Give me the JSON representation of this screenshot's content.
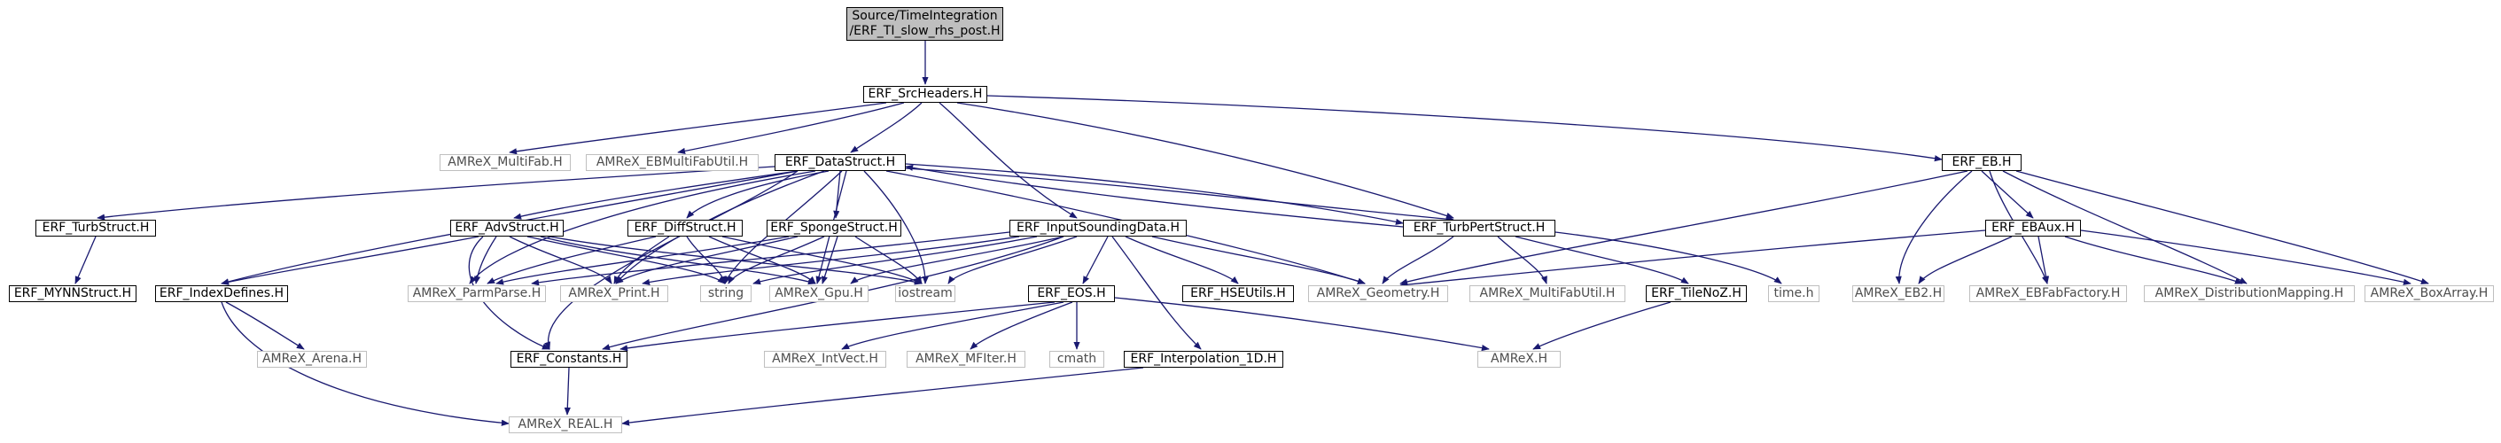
{
  "colors": {
    "edge": "#191970",
    "node_border": "#000000",
    "external_border": "#bfbfbf",
    "root_fill": "#bfbfbf",
    "external_text": "#4d4d4d"
  },
  "nodes": {
    "root": {
      "line1": "Source/TimeIntegration",
      "line2": "/ERF_TI_slow_rhs_post.H"
    },
    "src_headers": "ERF_SrcHeaders.H",
    "amrex_multifab": "AMReX_MultiFab.H",
    "amrex_ebmultifabutil": "AMReX_EBMultiFabUtil.H",
    "datastruct": "ERF_DataStruct.H",
    "eb": "ERF_EB.H",
    "turbstruct": "ERF_TurbStruct.H",
    "mynnstruct": "ERF_MYNNStruct.H",
    "advstruct": "ERF_AdvStruct.H",
    "diffstruct": "ERF_DiffStruct.H",
    "spongestruct": "ERF_SpongeStruct.H",
    "inputsounding": "ERF_InputSoundingData.H",
    "turbpert": "ERF_TurbPertStruct.H",
    "ebaux": "ERF_EBAux.H",
    "indexdefines": "ERF_IndexDefines.H",
    "parmparse": "AMReX_ParmParse.H",
    "print": "AMReX_Print.H",
    "string": "string",
    "gpu": "AMReX_Gpu.H",
    "iostream": "iostream",
    "hseutils": "ERF_HSEUtils.H",
    "geometry": "AMReX_Geometry.H",
    "multifabutil": "AMReX_MultiFabUtil.H",
    "tilenoz": "ERF_TileNoZ.H",
    "timeh": "time.h",
    "eb2": "AMReX_EB2.H",
    "ebfabfactory": "AMReX_EBFabFactory.H",
    "distmapping": "AMReX_DistributionMapping.H",
    "boxarray": "AMReX_BoxArray.H",
    "eos": "ERF_EOS.H",
    "arena": "AMReX_Arena.H",
    "constants": "ERF_Constants.H",
    "intvect": "AMReX_IntVect.H",
    "mfiter": "AMReX_MFIter.H",
    "cmath": "cmath",
    "amrexh": "AMReX.H",
    "interp1d": "ERF_Interpolation_1D.H",
    "real": "AMReX_REAL.H"
  }
}
